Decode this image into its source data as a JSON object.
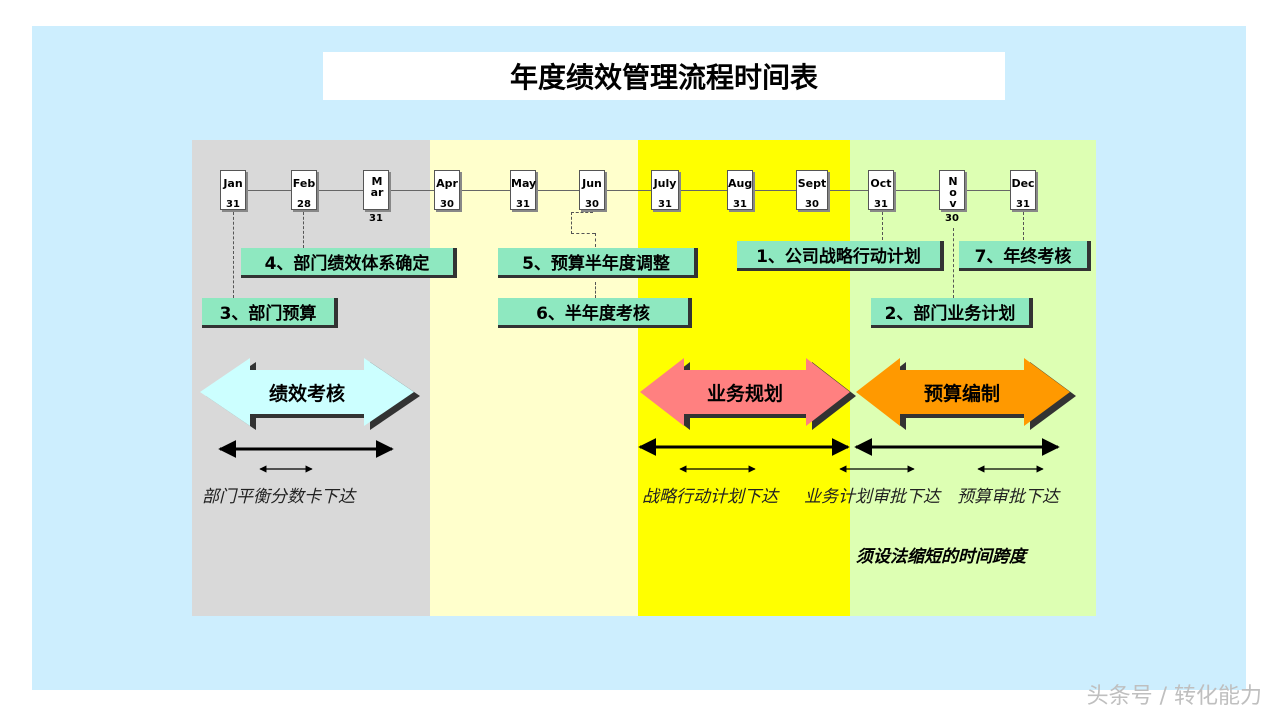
{
  "title": "年度绩效管理流程时间表",
  "months": [
    {
      "name": "Jan",
      "day": "31"
    },
    {
      "name": "Feb",
      "day": "28"
    },
    {
      "name": "Mar",
      "day": "31"
    },
    {
      "name": "Apr",
      "day": "30"
    },
    {
      "name": "May",
      "day": "31"
    },
    {
      "name": "Jun",
      "day": "30"
    },
    {
      "name": "July",
      "day": "31"
    },
    {
      "name": "Aug",
      "day": "31"
    },
    {
      "name": "Sept",
      "day": "30"
    },
    {
      "name": "Oct",
      "day": "31"
    },
    {
      "name": "No v",
      "day": "30"
    },
    {
      "name": "Dec",
      "day": "31"
    }
  ],
  "steps": {
    "s1": "1、公司战略行动计划",
    "s2": "2、部门业务计划",
    "s3": "3、部门预算",
    "s4": "4、部门绩效体系确定",
    "s5": "5、预算半年度调整",
    "s6": "6、半年度考核",
    "s7": "7、年终考核"
  },
  "arrows": {
    "performance": "绩效考核",
    "business": "业务规划",
    "budget": "预算编制"
  },
  "span_labels": {
    "scorecard": "部门平衡分数卡下达",
    "strategy": "战略行动计划下达",
    "business_approval": "业务计划审批下达",
    "budget_approval": "预算审批下达"
  },
  "note": "须设法缩短的时间跨度",
  "watermark": "头条号 / 转化能力",
  "colors": {
    "background": "#cdeefe",
    "q1": "#d9d9d9",
    "q2": "#ffffcc",
    "q3": "#ffff00",
    "q4": "#ddffb3",
    "step_box": "#8ee8c0",
    "arrow_performance": "#ccffff",
    "arrow_business": "#ff8080",
    "arrow_budget": "#ff9900"
  }
}
